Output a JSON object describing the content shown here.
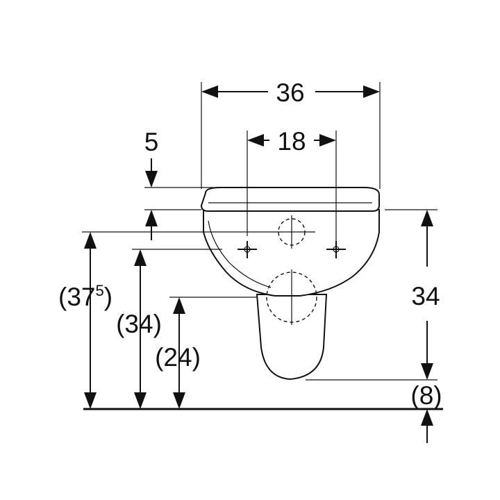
{
  "dimensions": {
    "width_overall": "36",
    "fixing_spacing": "18",
    "seat_thickness": "5",
    "height_right": "34",
    "height_left_outer_base": "(37",
    "height_left_outer_sup": "5",
    "height_left_outer_close": ")",
    "height_left_mid": "(34)",
    "height_left_inner": "(24)",
    "floor_clearance": "(8)"
  },
  "colors": {
    "line": "#111111",
    "background": "#ffffff"
  },
  "icons": {
    "fixing_bolt": "crosshair-symbol",
    "supply_inlet": "dashed-circle",
    "waste_outlet": "dashed-circle"
  }
}
